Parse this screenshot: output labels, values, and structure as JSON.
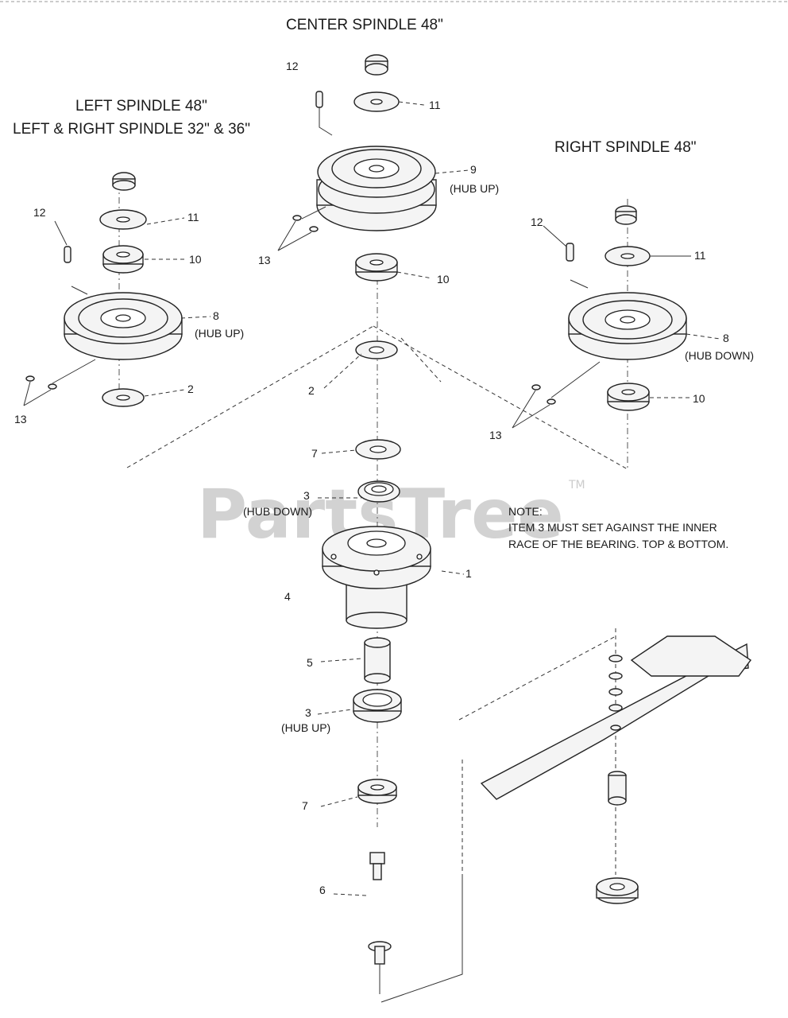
{
  "titles": {
    "center": "CENTER SPINDLE 48\"",
    "left_line1": "LEFT SPINDLE 48\"",
    "left_line2": "LEFT & RIGHT SPINDLE 32\" & 36\"",
    "right": "RIGHT SPINDLE 48\""
  },
  "note": {
    "heading": "NOTE:",
    "line1": "ITEM 3 MUST SET AGAINST THE INNER",
    "line2": "RACE OF THE BEARING. TOP & BOTTOM."
  },
  "watermark": {
    "text": "PartsTree",
    "tm": "TM"
  },
  "callouts": {
    "c12_center": "12",
    "c11_center": "11",
    "c9": "9",
    "c9_note": "(HUB UP)",
    "c13_center": "13",
    "c10_center": "10",
    "c12_left": "12",
    "c11_left": "11",
    "c10_left": "10",
    "c8_left": "8",
    "c8_left_note": "(HUB UP)",
    "c2_left": "2",
    "c13_left": "13",
    "c12_right": "12",
    "c11_right": "11",
    "c8_right": "8",
    "c8_right_note": "(HUB DOWN)",
    "c10_right": "10",
    "c13_right": "13",
    "c2_center": "2",
    "c7_top": "7",
    "c3_top": "3",
    "c3_top_note": "(HUB DOWN)",
    "c1": "1",
    "c4": "4",
    "c5": "5",
    "c3_bottom": "3",
    "c3_bottom_note": "(HUB UP)",
    "c7_bottom": "7",
    "c6": "6"
  }
}
